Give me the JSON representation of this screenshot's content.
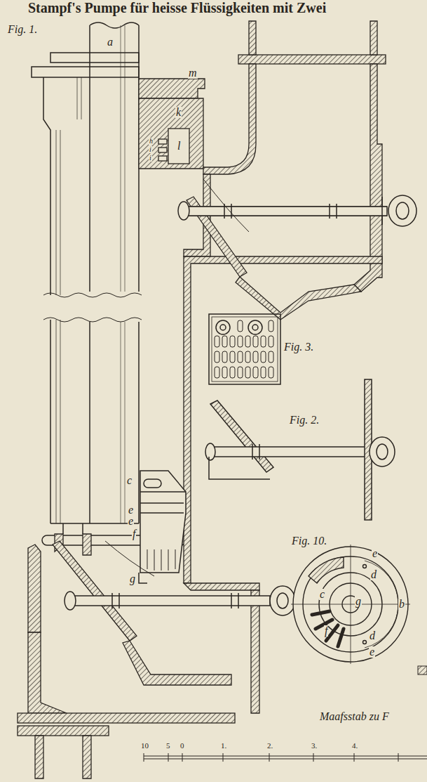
{
  "diagram": {
    "title": "Stampf's Pumpe für heisse Flüssigkeiten mit Zwei",
    "labels": [
      "Fig. 1.",
      "a",
      "m",
      "k",
      "l",
      "h",
      "i",
      "i",
      "c",
      "e",
      "e",
      "f",
      "g",
      "Fig. 3.",
      "Fig. 2.",
      "Fig. 10.",
      "c",
      "e",
      "d",
      "b",
      "g",
      "f",
      "d",
      "e",
      "Maafsstab zu F",
      "10",
      "5",
      "0",
      "1.",
      "2.",
      "3.",
      "4."
    ]
  }
}
